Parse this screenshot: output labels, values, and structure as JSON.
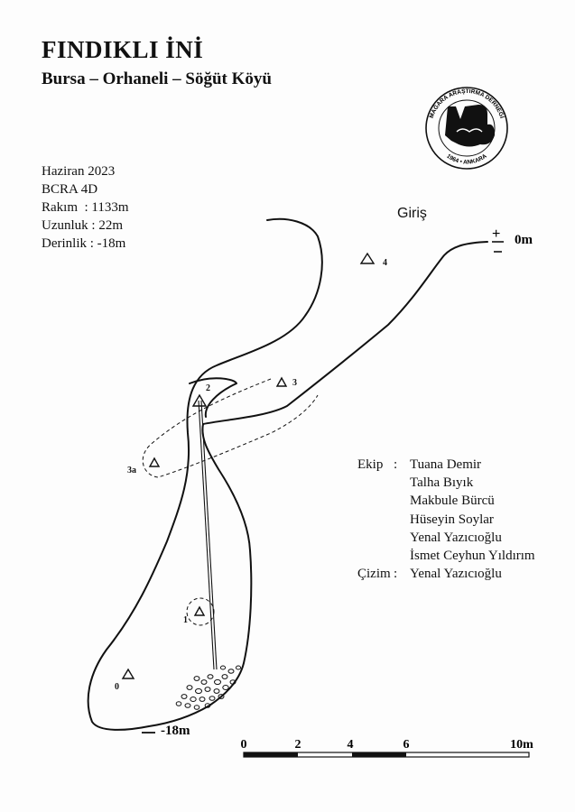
{
  "header": {
    "title": "FINDIKLI İNİ",
    "subtitle": "Bursa – Orhaneli – Söğüt Köyü"
  },
  "logo": {
    "text_top": "MAĞARA ARAŞTIRMA DERNEĞİ",
    "text_bottom": "1964 • ANKARA"
  },
  "survey_info": {
    "date": "Haziran 2023",
    "grade": "BCRA 4D",
    "altitude_label": "Rakım",
    "altitude_value": ": 1133m",
    "length_label": "Uzunluk",
    "length_value": ":  22m",
    "depth_label": "Derinlik",
    "depth_value": ": -18m"
  },
  "map": {
    "entrance_label": "Giriş",
    "top_depth": "0m",
    "bottom_depth": "-18m",
    "stations": [
      "0",
      "1",
      "2",
      "3",
      "3a",
      "4"
    ]
  },
  "team": {
    "team_label": "Ekip",
    "separator": ":",
    "members": [
      "Tuana Demir",
      "Talha Bıyık",
      "Makbule Bürcü",
      "Hüseyin Soylar",
      "Yenal Yazıcıoğlu",
      "İsmet Ceyhun Yıldırım"
    ],
    "drawing_label": "Çizim",
    "drawing_separator": ":",
    "drawer": "Yenal Yazıcıoğlu"
  },
  "scale_bar": {
    "labels": [
      "0",
      "2",
      "4",
      "6",
      "10m"
    ]
  }
}
